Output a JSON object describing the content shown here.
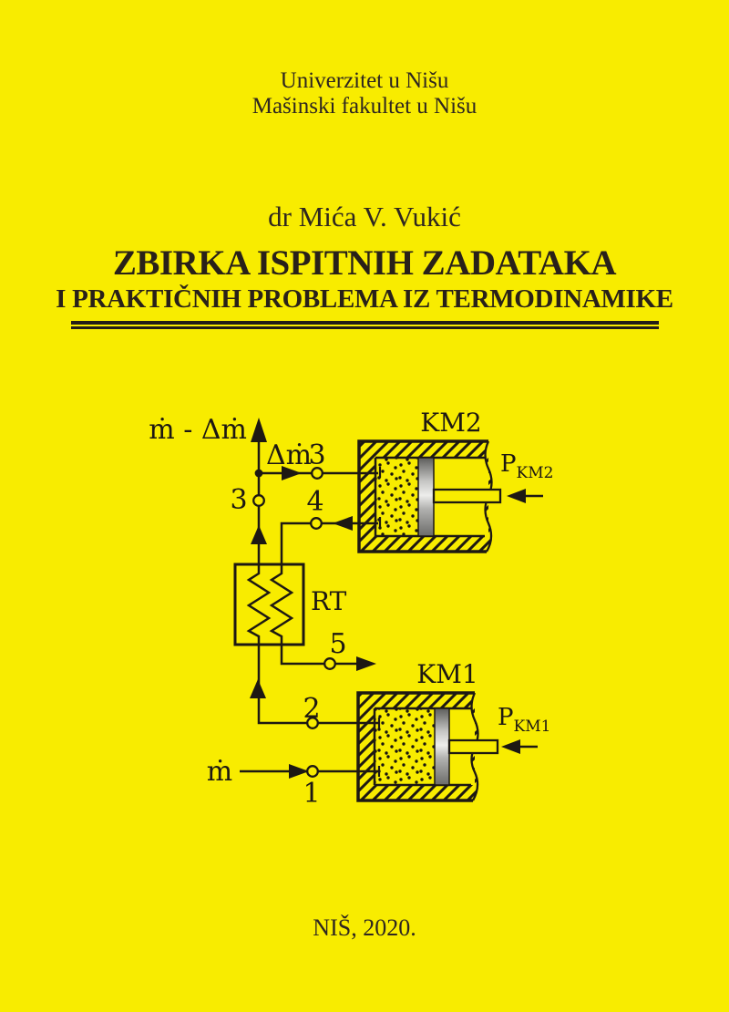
{
  "page": {
    "background_color": "#f8ec00",
    "ink_color": "#2e2620",
    "diagram_line_color": "#1d1813"
  },
  "cover": {
    "university": "Univerzitet u Nišu",
    "faculty": "Mašinski fakultet u Nišu",
    "author": "dr Mića V. Vukić",
    "title_line1": "ZBIRKA ISPITNIH ZADATAKA",
    "title_line2": "I PRAKTIČNIH PROBLEMA IZ TERMODINAMIKE",
    "imprint": "NIŠ, 2020."
  },
  "diagram": {
    "labels": {
      "mass_flow_out": "ṁ - Δṁ",
      "mass_flow_branch": "Δṁ",
      "mass_flow_in": "ṁ",
      "node_3_branch": "3",
      "node_3_main": "3",
      "node_4": "4",
      "node_5": "5",
      "node_2": "2",
      "node_1": "1",
      "heat_exchanger": "RT",
      "compressor_2": "KM2",
      "compressor_1": "KM1",
      "pressure_2_base": "P",
      "pressure_2_sub": "KM2",
      "pressure_1_base": "P",
      "pressure_1_sub": "KM1"
    }
  }
}
